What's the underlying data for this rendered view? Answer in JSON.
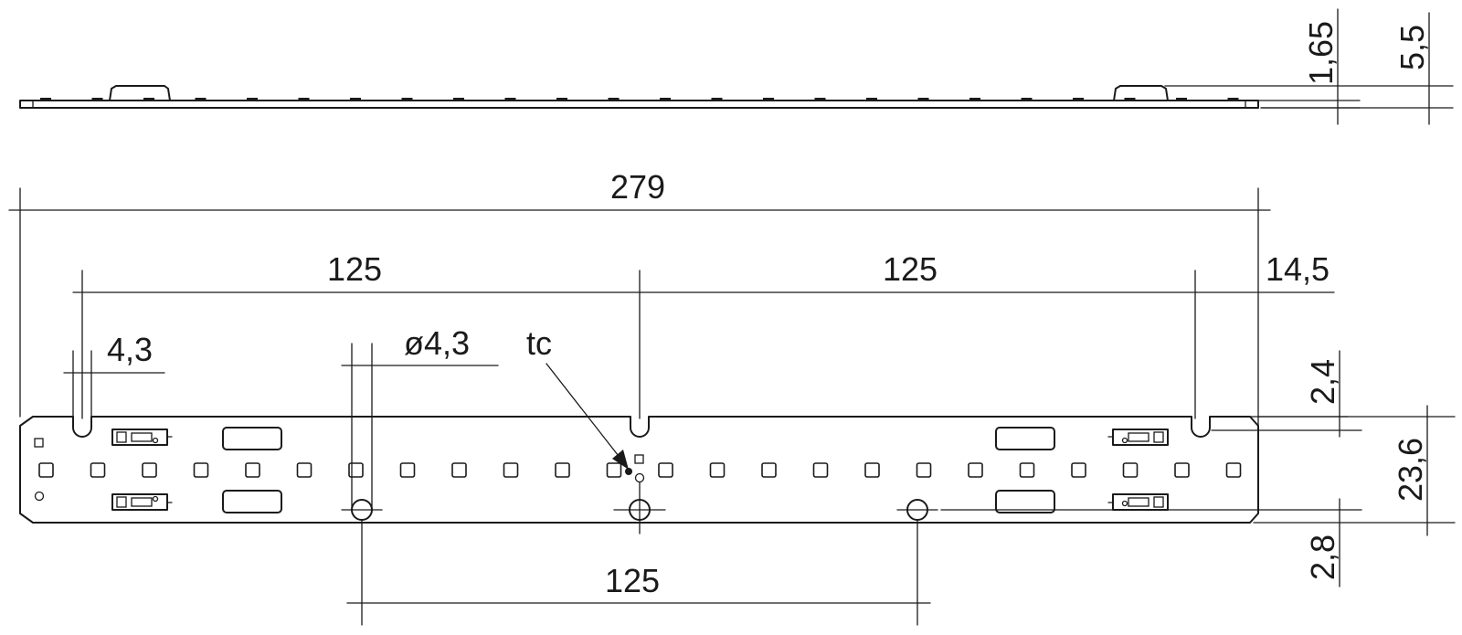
{
  "drawing": {
    "dimensions": {
      "top_thickness": "1,65",
      "top_height": "5,5",
      "overall_length": "279",
      "pitch_left": "125",
      "pitch_right": "125",
      "end_offset": "14,5",
      "slot_width": "4,3",
      "hole_diameter": "ø4,3",
      "tc_label": "tc",
      "slot_depth": "2,4",
      "board_width": "23,6",
      "hole_edge_offset": "2,8",
      "hole_pitch": "125"
    },
    "led_count": 24
  }
}
